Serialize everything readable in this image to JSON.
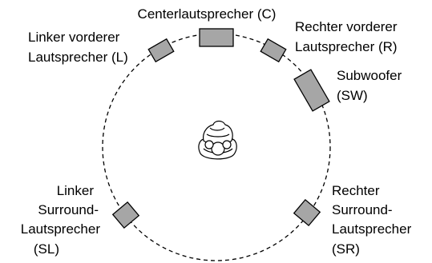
{
  "colors": {
    "speaker_fill": "#a6a6a6",
    "stroke": "#000000",
    "background": "#ffffff"
  },
  "speakers": {
    "center": {
      "line1": "Centerlautsprecher (C)"
    },
    "front_left": {
      "line1": "Linker vorderer",
      "line2": "Lautsprecher (L)"
    },
    "front_right": {
      "line1": "Rechter vorderer",
      "line2": "Lautsprecher (R)"
    },
    "subwoofer": {
      "line1": "Subwoofer",
      "line2": "(SW)"
    },
    "surround_left": {
      "line1": "Linker",
      "line2": "Surround-",
      "line3": "Lautsprecher",
      "line4": "(SL)"
    },
    "surround_right": {
      "line1": "Rechter",
      "line2": "Surround-",
      "line3": "Lautsprecher",
      "line4": "(SR)"
    }
  },
  "icons": {
    "listener": "listener-icon",
    "room_circle": "speaker-circle"
  }
}
